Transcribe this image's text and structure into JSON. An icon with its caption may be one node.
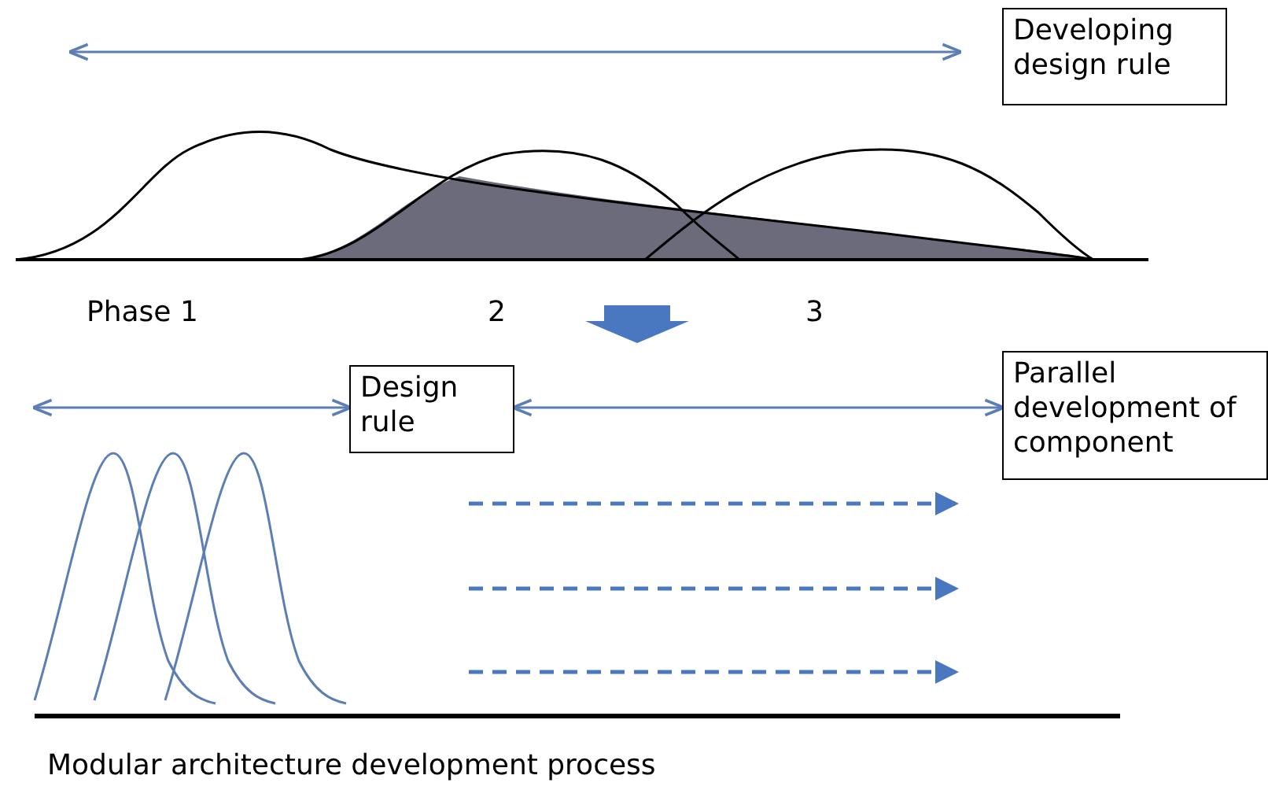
{
  "diagram": {
    "caption": "Modular architecture development process",
    "nodes": [
      {
        "text": [
          "Developing design rule"
        ]
      },
      {
        "text": [
          "Design rule"
        ]
      },
      {
        "text": [
          "Parallel development of component"
        ]
      }
    ],
    "edges": [
      {
        "from": null,
        "to": 1,
        "arrow": "both"
      },
      {
        "from": 1,
        "to": 2,
        "arrow": "both"
      }
    ],
    "labels": [
      "Phase 1",
      "2",
      "3"
    ]
  }
}
